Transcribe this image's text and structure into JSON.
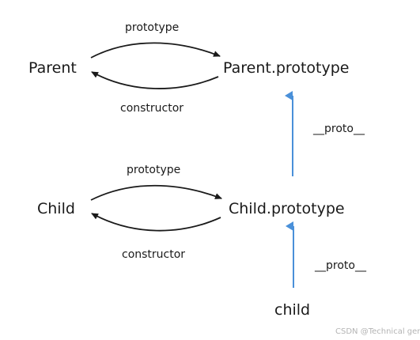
{
  "diagram": {
    "nodes": {
      "parent": "Parent",
      "parent_prototype": "Parent.prototype",
      "child": "Child",
      "child_prototype": "Child.prototype",
      "child_instance": "child"
    },
    "edges": {
      "parent_to_proto": "prototype",
      "parent_proto_to_parent": "constructor",
      "child_to_proto": "prototype",
      "child_proto_to_child": "constructor",
      "child_proto_up": "__proto__",
      "child_instance_up": "__proto__"
    },
    "colors": {
      "link": "#1a1a1a",
      "proto_chain": "#4a90d9"
    }
  },
  "watermark": "CSDN @Technical genius"
}
